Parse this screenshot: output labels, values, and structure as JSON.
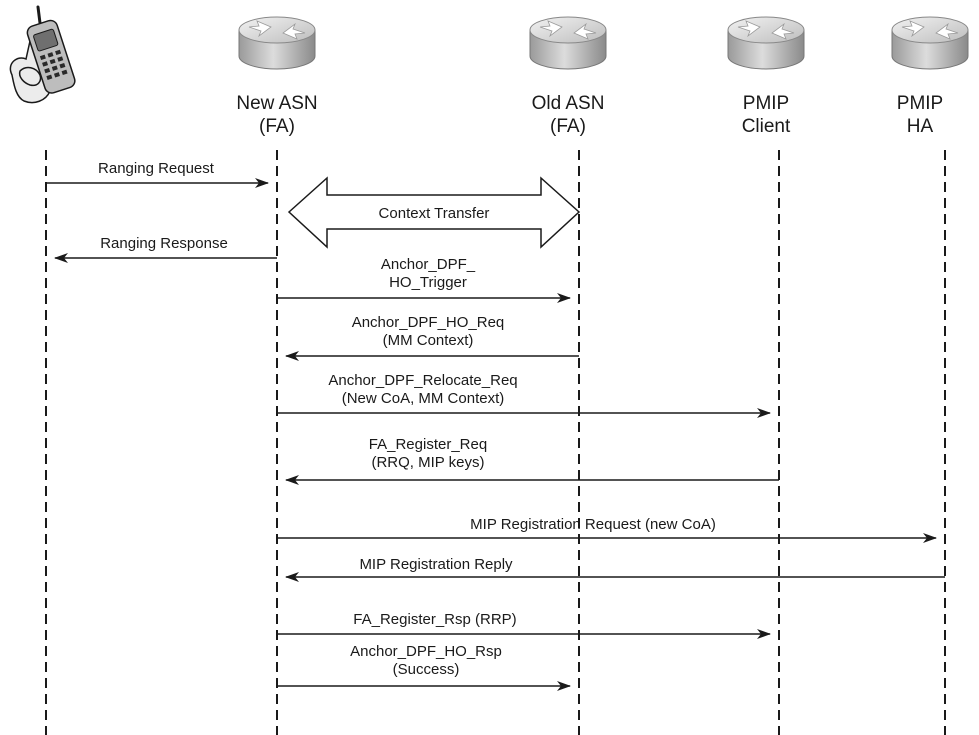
{
  "nodes": [
    {
      "id": "mobile",
      "icon": "mobile-phone-icon",
      "label": [
        "",
        ""
      ]
    },
    {
      "id": "new-asn",
      "icon": "router-icon",
      "label": [
        "New ASN",
        "(FA)"
      ]
    },
    {
      "id": "old-asn",
      "icon": "router-icon",
      "label": [
        "Old ASN",
        "(FA)"
      ]
    },
    {
      "id": "pmip-client",
      "icon": "router-icon",
      "label": [
        "PMIP",
        "Client"
      ]
    },
    {
      "id": "pmip-ha",
      "icon": "router-icon",
      "label": [
        "PMIP",
        "HA"
      ]
    }
  ],
  "context_transfer": {
    "label": "Context Transfer",
    "between": [
      "new-asn",
      "old-asn"
    ]
  },
  "messages": [
    {
      "id": "ranging-request",
      "from": "mobile",
      "to": "new-asn",
      "lines": [
        "Ranging Request"
      ]
    },
    {
      "id": "ranging-response",
      "from": "new-asn",
      "to": "mobile",
      "lines": [
        "Ranging Response"
      ]
    },
    {
      "id": "anchor-dpf-ho-trigger",
      "from": "new-asn",
      "to": "old-asn",
      "lines": [
        "Anchor_DPF_",
        "HO_Trigger"
      ]
    },
    {
      "id": "anchor-dpf-ho-req",
      "from": "old-asn",
      "to": "new-asn",
      "lines": [
        "Anchor_DPF_HO_Req",
        "(MM Context)"
      ]
    },
    {
      "id": "anchor-dpf-relocate-req",
      "from": "new-asn",
      "to": "pmip-client",
      "lines": [
        "Anchor_DPF_Relocate_Req",
        "(New CoA, MM Context)"
      ]
    },
    {
      "id": "fa-register-req",
      "from": "pmip-client",
      "to": "new-asn",
      "lines": [
        "FA_Register_Req",
        "(RRQ, MIP keys)"
      ]
    },
    {
      "id": "mip-registration-request",
      "from": "new-asn",
      "to": "pmip-ha",
      "lines": [
        "MIP Registration Request (new CoA)"
      ]
    },
    {
      "id": "mip-registration-reply",
      "from": "pmip-ha",
      "to": "new-asn",
      "lines": [
        "MIP Registration Reply"
      ]
    },
    {
      "id": "fa-register-rsp",
      "from": "new-asn",
      "to": "pmip-client",
      "lines": [
        "FA_Register_Rsp (RRP)"
      ]
    },
    {
      "id": "anchor-dpf-ho-rsp",
      "from": "new-asn",
      "to": "old-asn",
      "lines": [
        "Anchor_DPF_HO_Rsp",
        "(Success)"
      ]
    }
  ]
}
